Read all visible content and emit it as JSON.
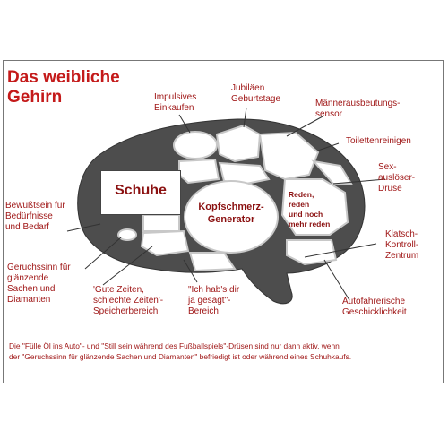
{
  "title": "Das weibliche\nGehirn",
  "colors": {
    "brain_fill": "#4d4d4d",
    "region_fill": "#ffffff",
    "region_outline": "#c8c8c8",
    "label_text": "#a01818",
    "title_text": "#c41a1a"
  },
  "regions": {
    "schuhe": "Schuhe",
    "kopfschmerz": "Kopfschmerz-\nGenerator",
    "reden": "Reden,\nreden\nund noch\nmehr reden"
  },
  "labels": {
    "impulsives": "Impulsives\nEinkaufen",
    "jubilaen": "Jubiläen\nGeburtstage",
    "maenner": "Männerausbeutungs-\nsensor",
    "toiletten": "Toilettenreinigen",
    "sex": "Sex-\nauslöser-\nDrüse",
    "klatsch": "Klatsch-\nKontroll-\nZentrum",
    "autofahrer": "Autofahrerische\nGeschicklichkeit",
    "bewusstsein": "Bewußtsein für\nBedürfnisse\nund Bedarf",
    "geruchssinn": "Geruchssinn für\nglänzende\nSachen und\nDiamanten",
    "gute_zeiten": "'Gute Zeiten,\nschlechte Zeiten'-\nSpeicherbereich",
    "ichhabs": "\"Ich hab's dir\nja gesagt\"-\nBereich"
  },
  "footnote": "Die \"Fülle Öl ins Auto\"- und \"Still sein während des Fußballspiels\"-Drüsen sind nur dann aktiv, wenn\nder \"Geruchssinn für glänzende Sachen und Diamanten\" befriedigt ist oder während eines Schuhkaufs."
}
